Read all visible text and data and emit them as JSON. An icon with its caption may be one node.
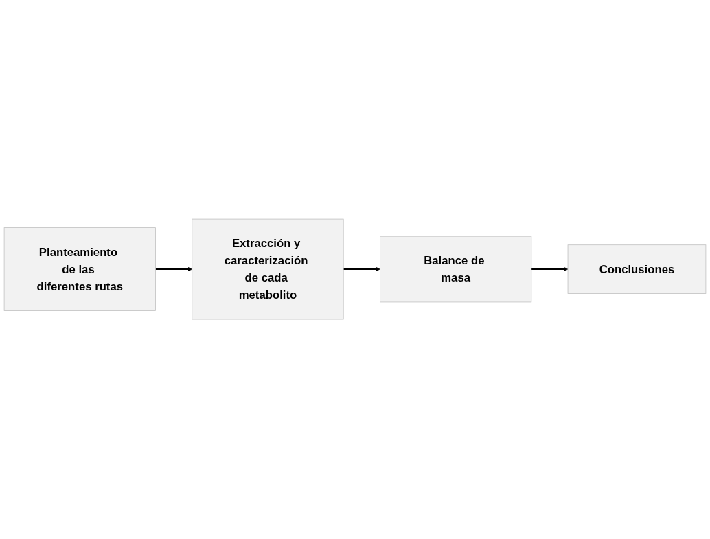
{
  "diagram": {
    "nodes": [
      {
        "text": [
          "Planteamiento de las diferentes rutas"
        ]
      },
      {
        "text": [
          "Extracción y caracterización de cada metabolito"
        ]
      },
      {
        "text": [
          "Balance de masa"
        ]
      },
      {
        "text": [
          "Conclusiones"
        ]
      }
    ],
    "edges": [
      {
        "from": 0,
        "to": 1,
        "arrow": "to"
      },
      {
        "from": 1,
        "to": 2,
        "arrow": "to"
      },
      {
        "from": 2,
        "to": 3,
        "arrow": "to"
      }
    ]
  }
}
